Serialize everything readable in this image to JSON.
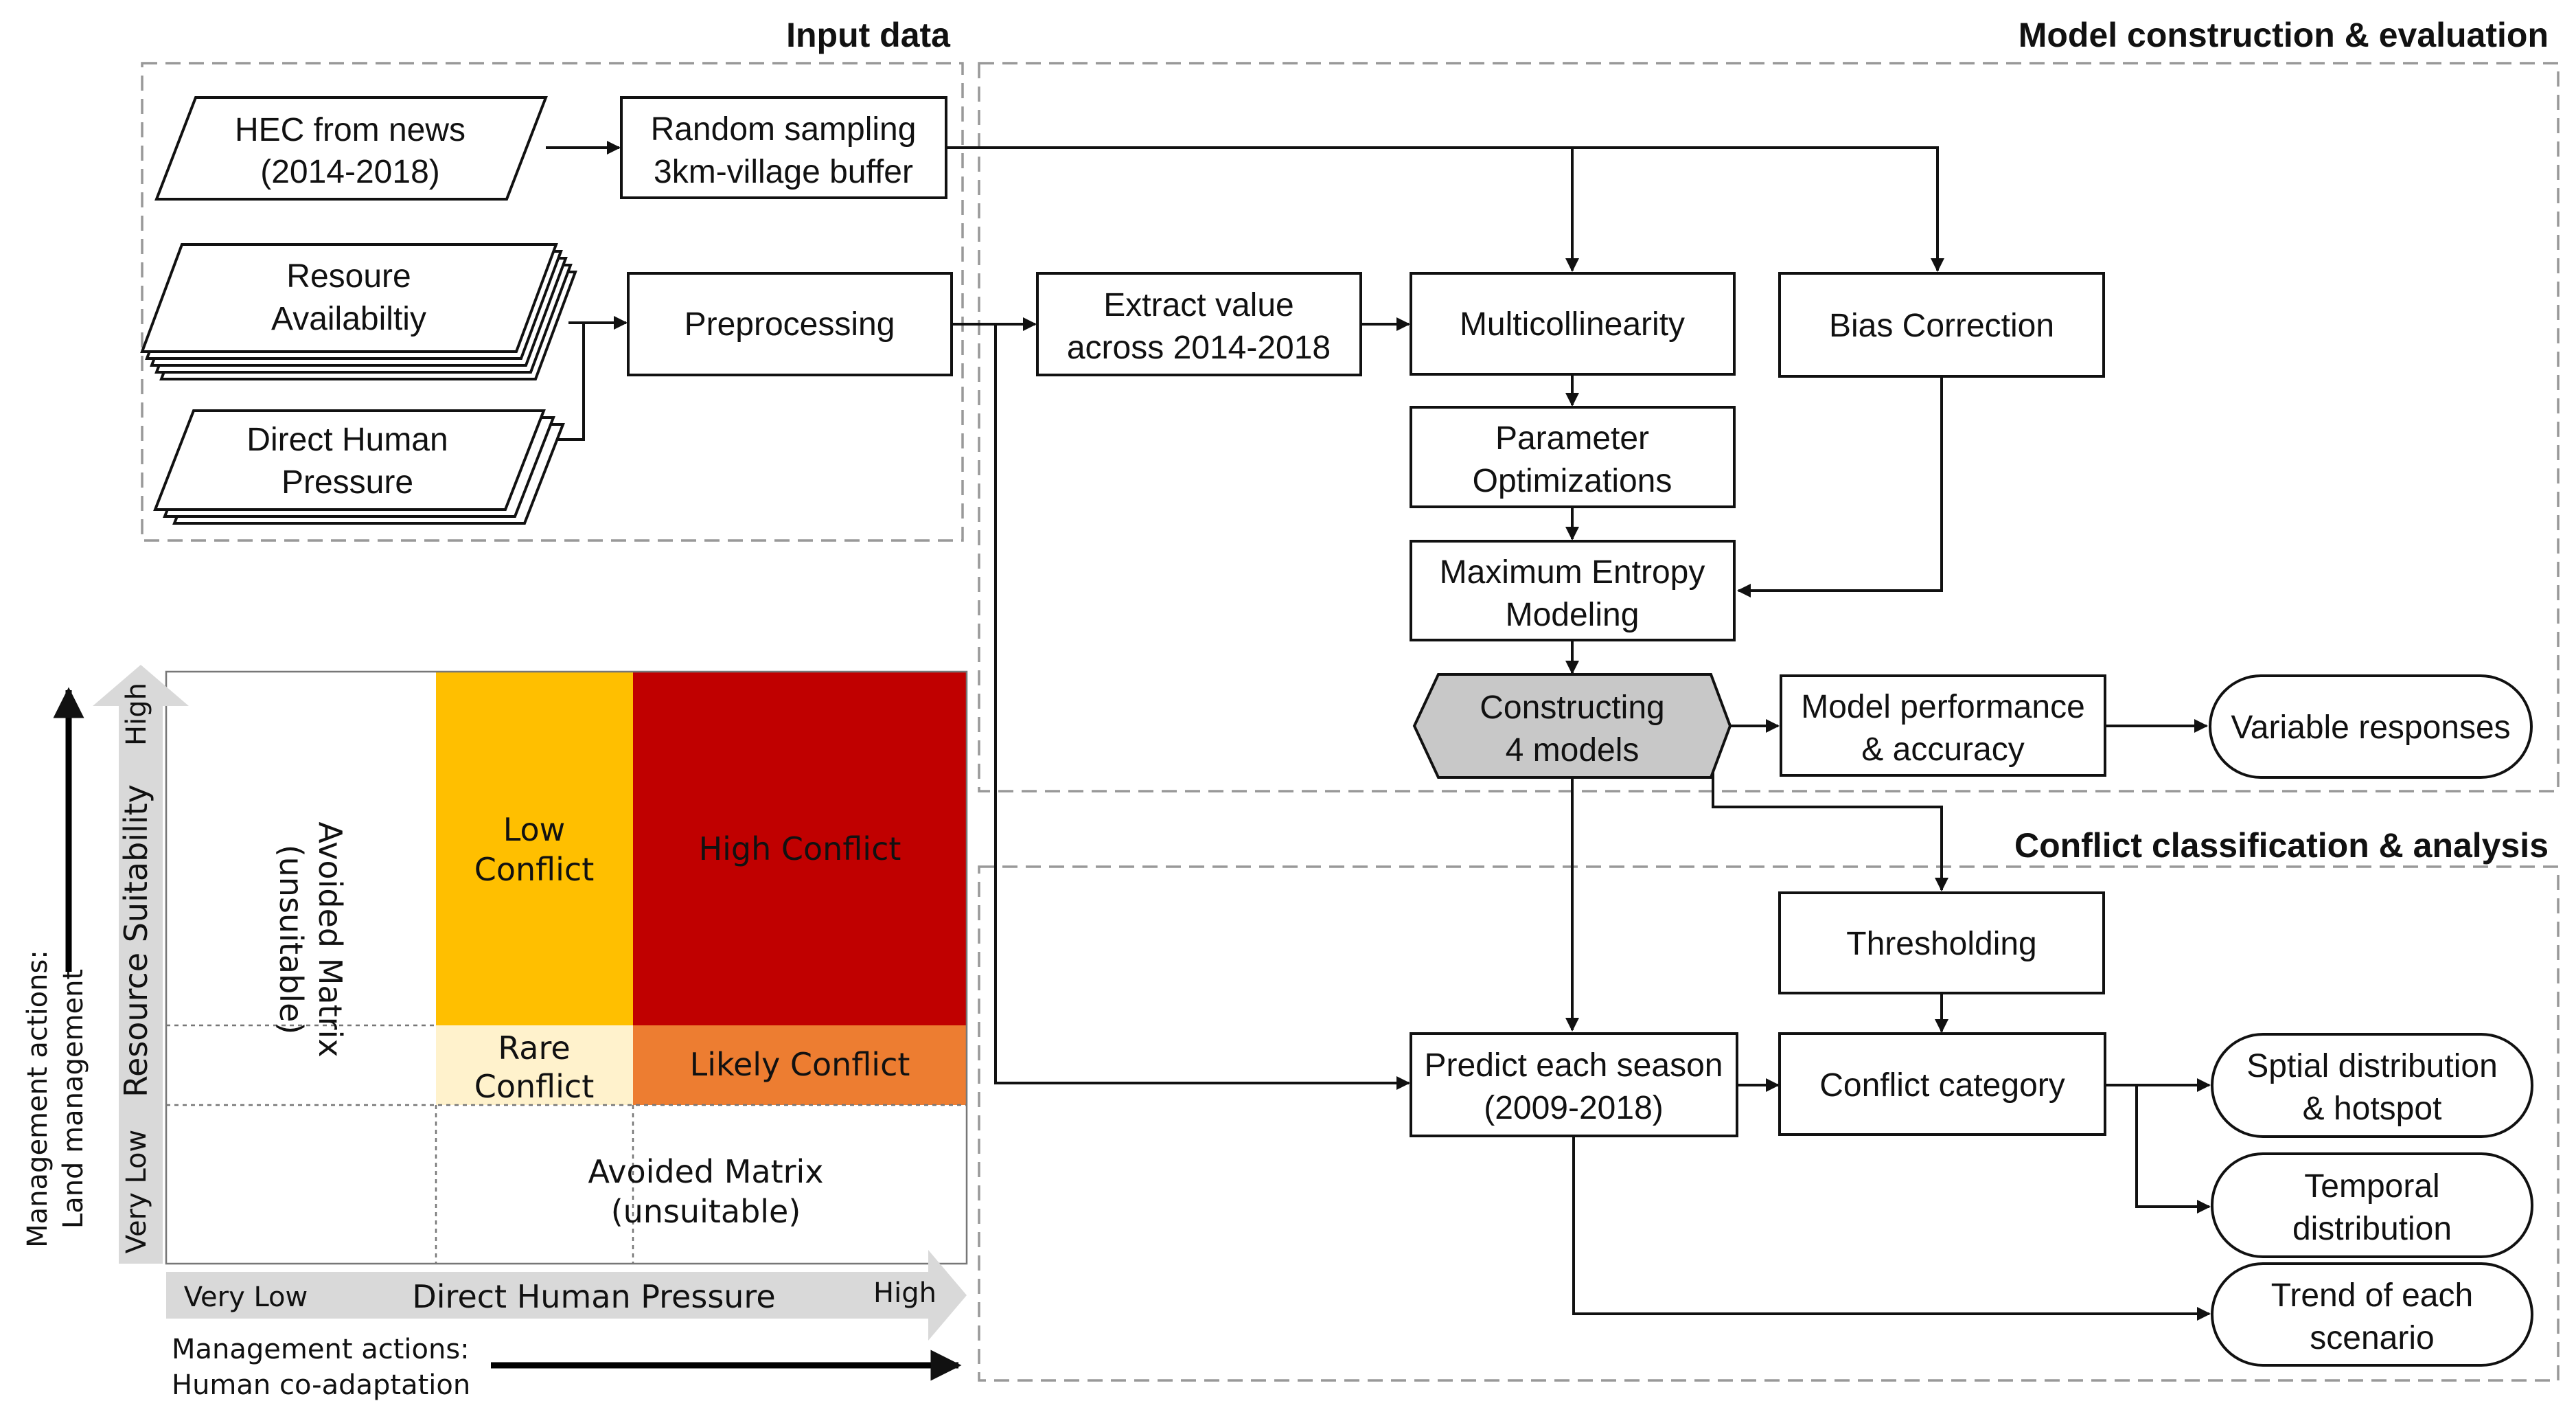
{
  "sections": {
    "input": "Input data",
    "model": "Model construction & evaluation",
    "conflict": "Conflict classification & analysis"
  },
  "nodes": {
    "hec": [
      "HEC from news",
      "(2014-2018)"
    ],
    "sampling": [
      "Random sampling",
      "3km-village buffer"
    ],
    "resource": [
      "Resoure",
      "Availabiltiy"
    ],
    "pressure": [
      "Direct Human",
      "Pressure"
    ],
    "preprocessing": [
      "Preprocessing"
    ],
    "extract": [
      "Extract value",
      "across 2014-2018"
    ],
    "multicollinearity": [
      "Multicollinearity"
    ],
    "bias": [
      "Bias Correction"
    ],
    "parameter": [
      "Parameter",
      "Optimizations"
    ],
    "maxent": [
      "Maximum Entropy",
      "Modeling"
    ],
    "constructing": [
      "Constructing",
      "4 models"
    ],
    "performance": [
      "Model performance",
      "& accuracy"
    ],
    "responses": [
      "Variable responses"
    ],
    "thresholding": [
      "Thresholding"
    ],
    "predict": [
      "Predict each season",
      "(2009-2018)"
    ],
    "category": [
      "Conflict category"
    ],
    "spatial": [
      "Sptial distribution",
      "& hotspot"
    ],
    "temporal": [
      "Temporal",
      "distribution"
    ],
    "trend": [
      "Trend of each",
      "scenario"
    ]
  },
  "matrix": {
    "y_axis_label": "Resource Suitability",
    "y_high": "High",
    "y_low": "Very Low",
    "x_axis_label": "Direct Human Pressure",
    "x_low": "Very Low",
    "x_high": "High",
    "left_action": [
      "Management actions:",
      "Land management"
    ],
    "bottom_action": [
      "Management actions:",
      "Human co-adaptation"
    ],
    "cells": {
      "low_conflict": [
        "Low",
        "Conflict"
      ],
      "high_conflict": [
        "High Conflict"
      ],
      "rare_conflict": [
        "Rare",
        "Conflict"
      ],
      "likely_conflict": [
        "Likely Conflict"
      ],
      "avoided_vertical": [
        "Avoided Matrix",
        "(unsuitable)"
      ],
      "avoided_bottom": [
        "Avoided Matrix",
        "(unsuitable)"
      ]
    },
    "colors": {
      "low_conflict": "#FFBF00",
      "high_conflict": "#C00000",
      "rare_conflict": "#FFF2CC",
      "likely_conflict": "#ED7D31",
      "arrow_band": "#D9D9D9"
    }
  }
}
